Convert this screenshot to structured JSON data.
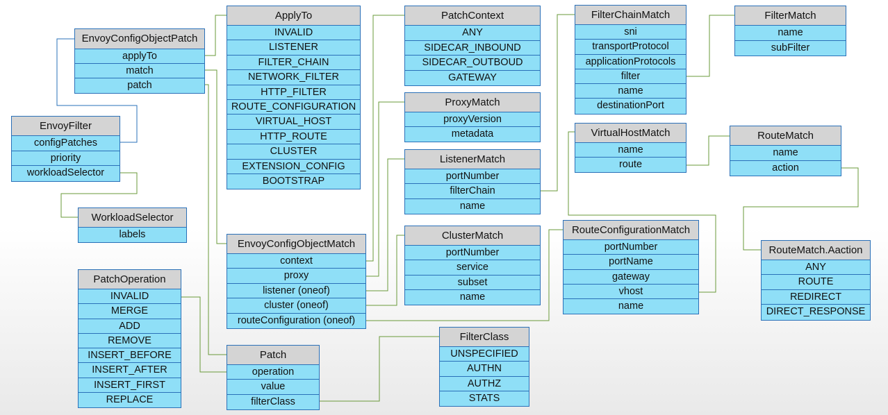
{
  "boxes": [
    {
      "id": "envoy-config-object-patch",
      "title": "EnvoyConfigObjectPatch",
      "rows": [
        "applyTo",
        "match",
        "patch"
      ]
    },
    {
      "id": "envoy-filter",
      "title": "EnvoyFilter",
      "rows": [
        "configPatches",
        "priority",
        "workloadSelector"
      ]
    },
    {
      "id": "workload-selector",
      "title": "WorkloadSelector",
      "rows": [
        "labels"
      ]
    },
    {
      "id": "patch-operation",
      "title": "PatchOperation",
      "rows": [
        "INVALID",
        "MERGE",
        "ADD",
        "REMOVE",
        "INSERT_BEFORE",
        "INSERT_AFTER",
        "INSERT_FIRST",
        "REPLACE"
      ]
    },
    {
      "id": "apply-to",
      "title": "ApplyTo",
      "rows": [
        "INVALID",
        "LISTENER",
        "FILTER_CHAIN",
        "NETWORK_FILTER",
        "HTTP_FILTER",
        "ROUTE_CONFIGURATION",
        "VIRTUAL_HOST",
        "HTTP_ROUTE",
        "CLUSTER",
        "EXTENSION_CONFIG",
        "BOOTSTRAP"
      ]
    },
    {
      "id": "envoy-config-object-match",
      "title": "EnvoyConfigObjectMatch",
      "rows": [
        "context",
        "proxy",
        "listener (oneof)",
        "cluster (oneof)",
        "routeConfiguration (oneof)"
      ]
    },
    {
      "id": "patch",
      "title": "Patch",
      "rows": [
        "operation",
        "value",
        "filterClass"
      ]
    },
    {
      "id": "patch-context",
      "title": "PatchContext",
      "rows": [
        "ANY",
        "SIDECAR_INBOUND",
        "SIDECAR_OUTBOUD",
        "GATEWAY"
      ]
    },
    {
      "id": "proxy-match",
      "title": "ProxyMatch",
      "rows": [
        "proxyVersion",
        "metadata"
      ]
    },
    {
      "id": "listener-match",
      "title": "ListenerMatch",
      "rows": [
        "portNumber",
        "filterChain",
        "name"
      ]
    },
    {
      "id": "cluster-match",
      "title": "ClusterMatch",
      "rows": [
        "portNumber",
        "service",
        "subset",
        "name"
      ]
    },
    {
      "id": "filter-class",
      "title": "FilterClass",
      "rows": [
        "UNSPECIFIED",
        "AUTHN",
        "AUTHZ",
        "STATS"
      ]
    },
    {
      "id": "filter-chain-match",
      "title": "FilterChainMatch",
      "rows": [
        "sni",
        "transportProtocol",
        "applicationProtocols",
        "filter",
        "name",
        "destinationPort"
      ]
    },
    {
      "id": "virtual-host-match",
      "title": "VirtualHostMatch",
      "rows": [
        "name",
        "route"
      ]
    },
    {
      "id": "route-configuration-match",
      "title": "RouteConfigurationMatch",
      "rows": [
        "portNumber",
        "portName",
        "gateway",
        "vhost",
        "name"
      ]
    },
    {
      "id": "filter-match",
      "title": "FilterMatch",
      "rows": [
        "name",
        "subFilter"
      ]
    },
    {
      "id": "route-match",
      "title": "RouteMatch",
      "rows": [
        "name",
        "action"
      ]
    },
    {
      "id": "route-match-action",
      "title": "RouteMatch.Aaction",
      "rows": [
        "ANY",
        "ROUTE",
        "REDIRECT",
        "DIRECT_RESPONSE"
      ]
    }
  ],
  "colors": {
    "box_fill": "#8fdff7",
    "title_fill": "#d4d4d4",
    "box_border": "#2a70b8",
    "connector_green": "#6a9a3a",
    "connector_blue": "#2a70b8"
  }
}
